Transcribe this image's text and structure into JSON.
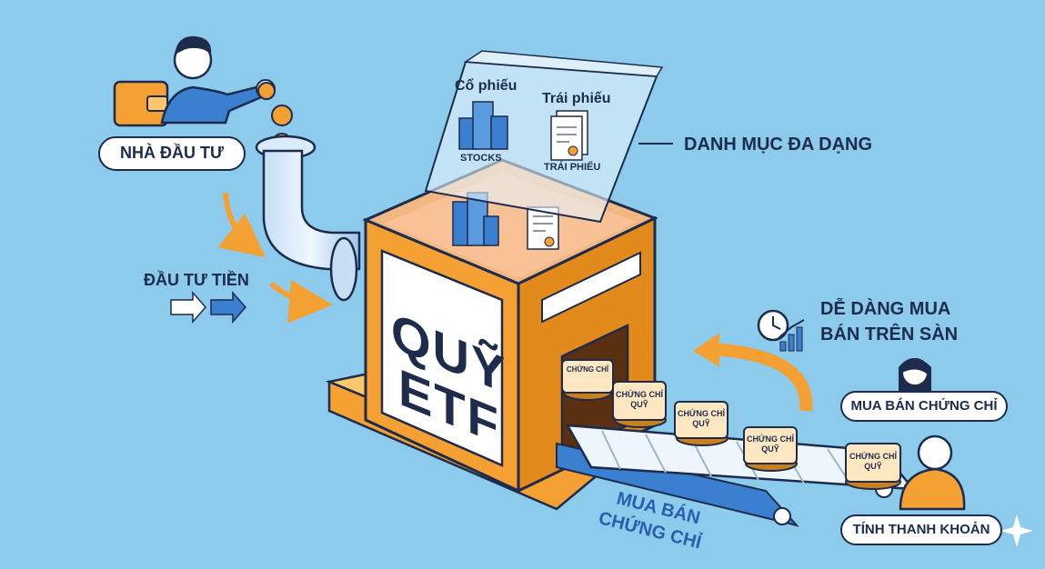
{
  "investor_label": "NHÀ ĐẦU TƯ",
  "invest_money_label": "ĐẦU TƯ TIỀN",
  "fund": {
    "line1": "QUỸ",
    "line2": "ETF"
  },
  "portfolio": {
    "label": "DANH MỤC ĐA DẠNG",
    "stocks_title": "Cổ phiếu",
    "stocks_caption": "STOCKS",
    "bonds_title": "Trái phiếu",
    "bonds_caption": "TRÁI PHIẾU"
  },
  "certificate": {
    "line1": "CHỨNG CHỈ",
    "line2": "QUỸ"
  },
  "conveyor_label": {
    "line1": "MUA BÁN",
    "line2": "CHỨNG CHỈ"
  },
  "easy_trade": {
    "line1": "DỄ DÀNG MUA",
    "line2": "BÁN TRÊN SÀN"
  },
  "buy_sell_certificate": "MUA BÁN CHỨNG CHỈ",
  "liquidity": "TÍNH THANH KHOẢN",
  "icons": [
    "wallet-icon",
    "coin-icon",
    "pipe-icon",
    "building-icon",
    "document-icon",
    "clock-chart-icon",
    "person-icon",
    "sparkle-icon"
  ],
  "colors": {
    "background": "#8ccbec",
    "orange": "#f5a033",
    "navy": "#1d2b4c",
    "blue": "#3a7fd0"
  }
}
